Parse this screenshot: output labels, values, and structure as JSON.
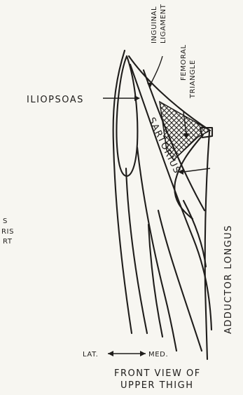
{
  "labels": {
    "inguinal": "INGUINAL",
    "ligament": "LIGAMENT",
    "femoral": "FEMORAL",
    "triangle": "TRIANGLE",
    "iliopsoas": "ILIOPSOAS",
    "sartorius": "SARTORIUS",
    "adductor_longus": "ADDUCTOR LONGUS",
    "lat": "LAT.",
    "med": "MED.",
    "caption_line1": "FRONT VIEW OF",
    "caption_line2": "UPPER THIGH",
    "left_fragment_1": "S",
    "left_fragment_2": "RIS",
    "left_fragment_3": "RT"
  },
  "colors": {
    "ink": "#1f1d1b",
    "paper": "#f7f6f1"
  }
}
